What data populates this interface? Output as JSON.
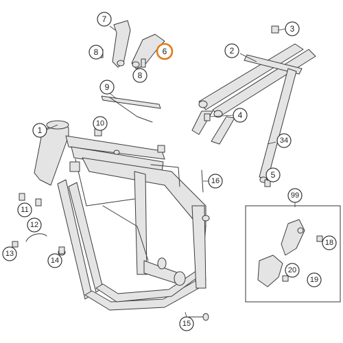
{
  "highlight_color": "#e07a1a",
  "callouts": [
    {
      "id": "c1",
      "label": "1"
    },
    {
      "id": "c2",
      "label": "2"
    },
    {
      "id": "c3",
      "label": "3"
    },
    {
      "id": "c4",
      "label": "4"
    },
    {
      "id": "c5",
      "label": "5"
    },
    {
      "id": "c6",
      "label": "6",
      "highlighted": true
    },
    {
      "id": "c7",
      "label": "7"
    },
    {
      "id": "c8a",
      "label": "8"
    },
    {
      "id": "c8b",
      "label": "8"
    },
    {
      "id": "c9",
      "label": "9"
    },
    {
      "id": "c10",
      "label": "10"
    },
    {
      "id": "c11",
      "label": "11"
    },
    {
      "id": "c12",
      "label": "12"
    },
    {
      "id": "c13",
      "label": "13"
    },
    {
      "id": "c14",
      "label": "14"
    },
    {
      "id": "c15",
      "label": "15"
    },
    {
      "id": "c16",
      "label": "16"
    },
    {
      "id": "c18",
      "label": "18"
    },
    {
      "id": "c19",
      "label": "19"
    },
    {
      "id": "c20",
      "label": "20"
    },
    {
      "id": "c34",
      "label": "34"
    },
    {
      "id": "c99",
      "label": "99"
    }
  ]
}
